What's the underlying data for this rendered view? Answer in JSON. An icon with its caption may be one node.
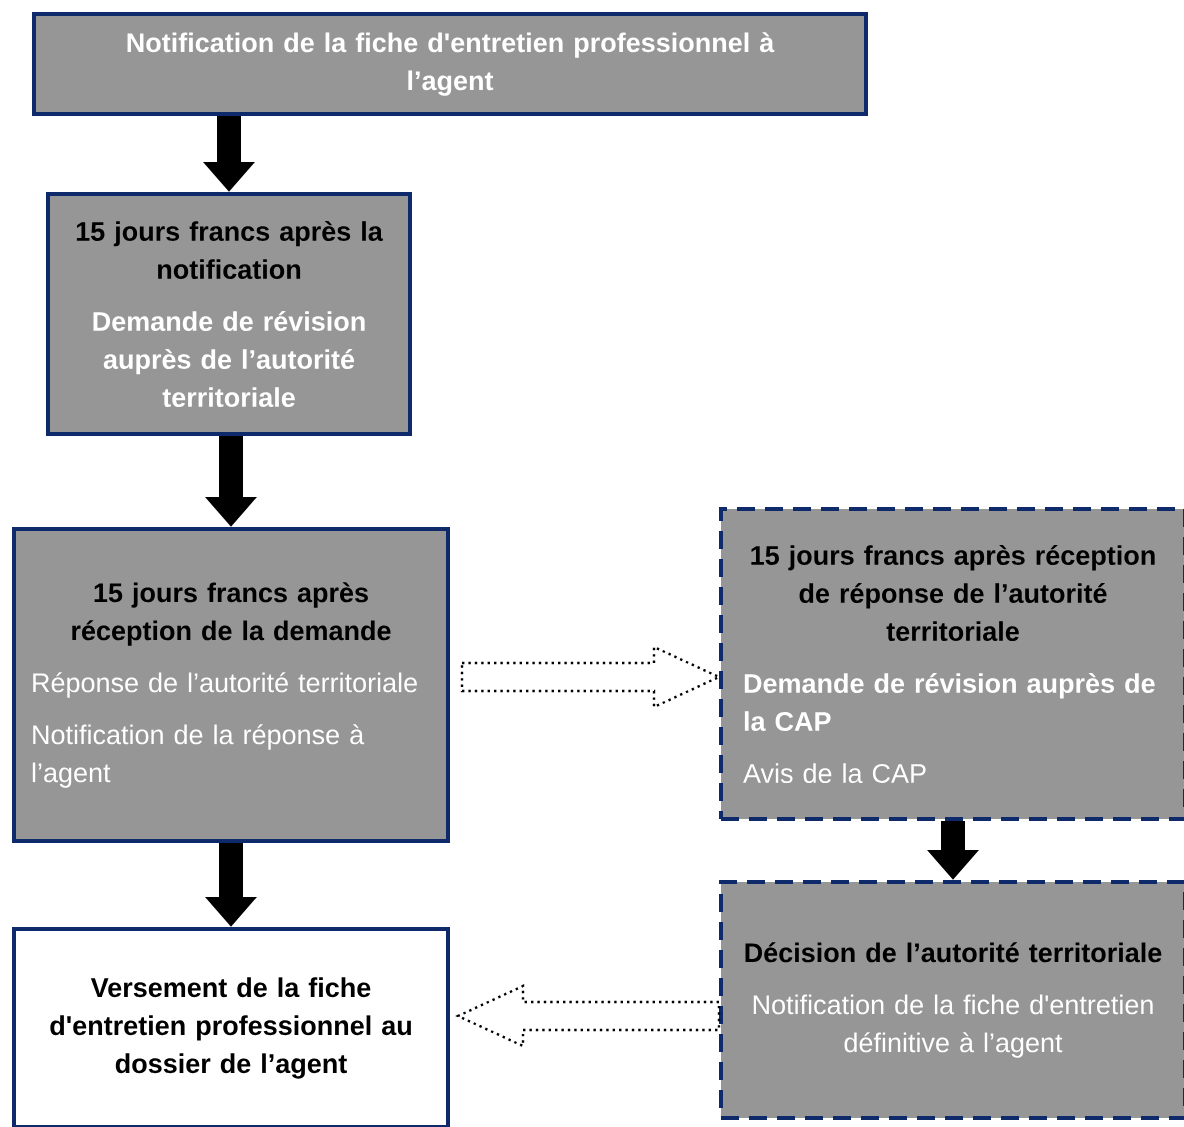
{
  "diagram": {
    "nodes": [
      {
        "text": [
          "Notification de la fiche d'entretien professionnel à l’agent"
        ]
      },
      {
        "text": [
          "15 jours francs après la notification",
          "Demande de révision auprès de l’autorité territoriale"
        ]
      },
      {
        "text": [
          "15 jours francs après réception de la demande",
          "Réponse de l’autorité territoriale",
          "Notification de la réponse à l’agent"
        ]
      },
      {
        "text": [
          "15 jours francs après réception de réponse de l’autorité territoriale",
          "Demande de révision auprès de la CAP",
          "Avis de la CAP"
        ]
      },
      {
        "text": [
          "Décision de l’autorité territoriale",
          "Notification de la fiche d'entretien définitive à l’agent"
        ]
      },
      {
        "text": [
          "Versement de la fiche d'entretien professionnel au dossier de l’agent"
        ]
      }
    ],
    "edges": [
      {
        "from": 0,
        "to": 1,
        "arrow": "to"
      },
      {
        "from": 1,
        "to": 2,
        "arrow": "to"
      },
      {
        "from": 2,
        "to": 5,
        "arrow": "to"
      },
      {
        "from": 2,
        "to": 3,
        "arrow": "to",
        "style": "dashed"
      },
      {
        "from": 3,
        "to": 4,
        "arrow": "to"
      },
      {
        "from": 4,
        "to": 5,
        "arrow": "to",
        "style": "dashed"
      }
    ]
  }
}
